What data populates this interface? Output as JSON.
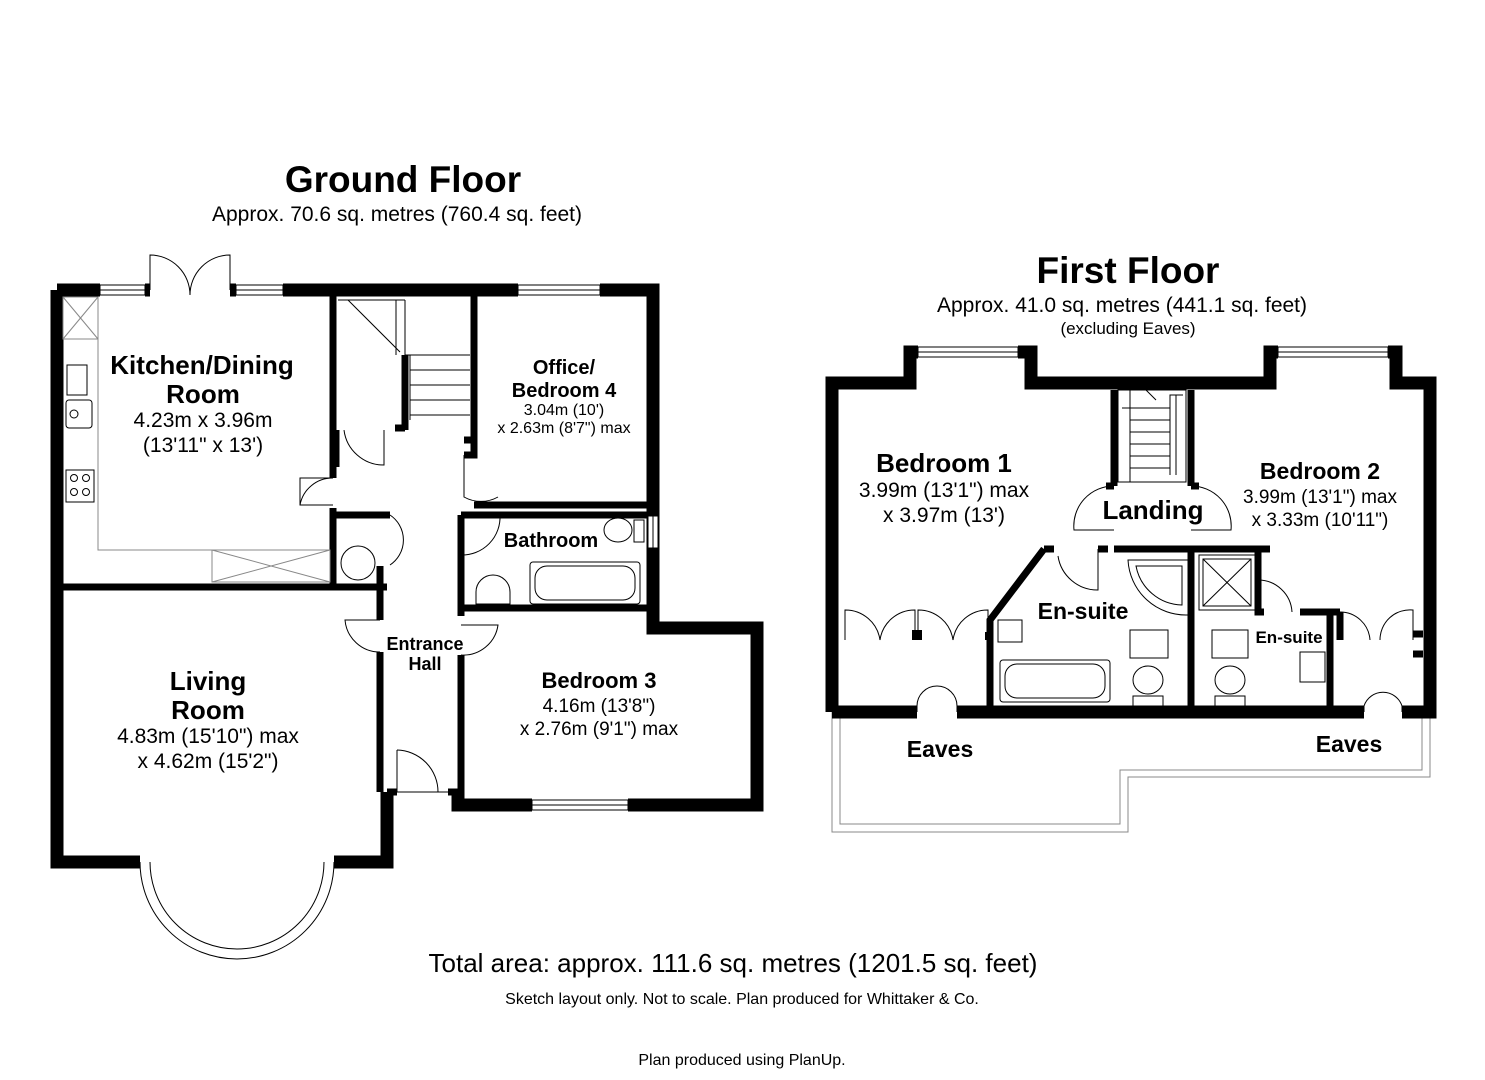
{
  "ground_floor": {
    "title": "Ground Floor",
    "area": "Approx. 70.6 sq. metres (760.4 sq. feet)",
    "rooms": {
      "kitchen": {
        "name_1": "Kitchen/Dining",
        "name_2": "Room",
        "dim_1": "4.23m x 3.96m",
        "dim_2": "(13'11\" x 13')"
      },
      "office": {
        "name_1": "Office/",
        "name_2": "Bedroom 4",
        "dim_1": "3.04m (10')",
        "dim_2": "x 2.63m (8'7\") max"
      },
      "bathroom": {
        "name": "Bathroom"
      },
      "entrance": {
        "name_1": "Entrance",
        "name_2": "Hall"
      },
      "living": {
        "name_1": "Living",
        "name_2": "Room",
        "dim_1": "4.83m (15'10\") max",
        "dim_2": "x 4.62m (15'2\")"
      },
      "bedroom3": {
        "name": "Bedroom 3",
        "dim_1": "4.16m (13'8\")",
        "dim_2": "x 2.76m (9'1\") max"
      }
    }
  },
  "first_floor": {
    "title": "First Floor",
    "area": "Approx. 41.0 sq. metres (441.1 sq. feet)",
    "note": "(excluding Eaves)",
    "rooms": {
      "bedroom1": {
        "name": "Bedroom 1",
        "dim_1": "3.99m (13'1\") max",
        "dim_2": "x 3.97m (13')"
      },
      "landing": {
        "name": "Landing"
      },
      "bedroom2": {
        "name": "Bedroom 2",
        "dim_1": "3.99m (13'1\") max",
        "dim_2": "x 3.33m (10'11\")"
      },
      "ensuite1": {
        "name": "En-suite"
      },
      "ensuite2": {
        "name": "En-suite"
      },
      "eaves_left": {
        "name": "Eaves"
      },
      "eaves_right": {
        "name": "Eaves"
      }
    }
  },
  "footer": {
    "total": "Total area: approx. 111.6 sq. metres (1201.5 sq. feet)",
    "disclaimer": "Sketch layout only. Not to scale. Plan produced for Whittaker & Co.",
    "credit": "Plan produced using PlanUp."
  }
}
